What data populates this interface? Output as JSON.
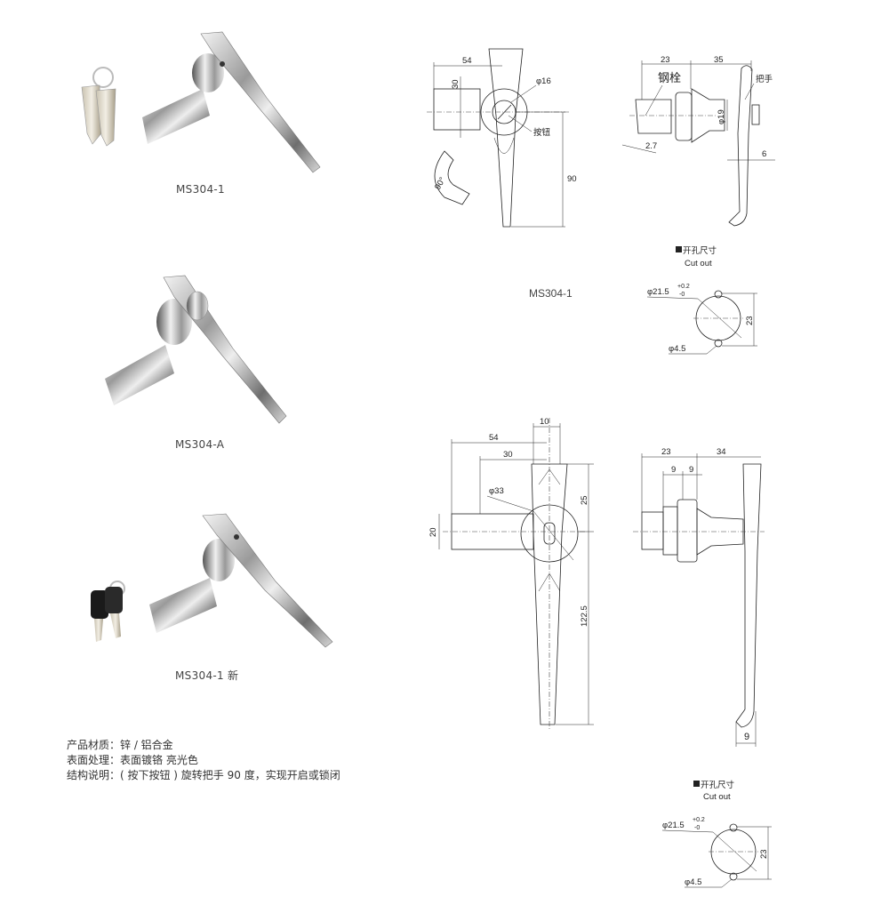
{
  "products": [
    {
      "caption": "MS304-1",
      "has_keys": true,
      "key_color": "silver"
    },
    {
      "caption": "MS304-A",
      "has_keys": false
    },
    {
      "caption": "MS304-1 新",
      "has_keys": true,
      "key_color": "black"
    }
  ],
  "specs": [
    "产品材质：锌 / 铝合金",
    "表面处理：表面镀铬 亮光色",
    "结构说明：( 按下按钮 ) 旋转把手 90 度，实现开启或锁闭"
  ],
  "drawing1": {
    "model_label": "MS304-1",
    "front": {
      "dim_54": "54",
      "dim_30": "30",
      "dim_phi16": "φ16",
      "button_label": "按钮",
      "dim_90": "90",
      "rotation_label": "90°"
    },
    "side": {
      "dim_23": "23",
      "dim_35": "35",
      "bolt_label": "钢栓",
      "handle_label": "把手",
      "dim_phi19": "φ19",
      "dim_2_7": "2.7",
      "dim_6": "6"
    },
    "cutout": {
      "title_cn": "开孔尺寸",
      "title_en": "Cut out",
      "dim_dia": "φ21.5",
      "tol_plus": "+0.2",
      "tol_minus": "-0",
      "dim_23": "23",
      "dim_phi4_5": "φ4.5"
    }
  },
  "drawing2": {
    "front": {
      "dim_10": "10",
      "dim_54": "54",
      "dim_30": "30",
      "dim_phi33": "φ33",
      "dim_25": "25",
      "dim_20": "20",
      "dim_122_5": "122.5"
    },
    "side": {
      "dim_23": "23",
      "dim_34": "34",
      "dim_9a": "9",
      "dim_9b": "9",
      "dim_9c": "9"
    },
    "cutout": {
      "title_cn": "开孔尺寸",
      "title_en": "Cut out",
      "dim_dia": "φ21.5",
      "tol_plus": "+0.2",
      "tol_minus": "-0",
      "dim_23": "23",
      "dim_phi4_5": "φ4.5"
    }
  }
}
